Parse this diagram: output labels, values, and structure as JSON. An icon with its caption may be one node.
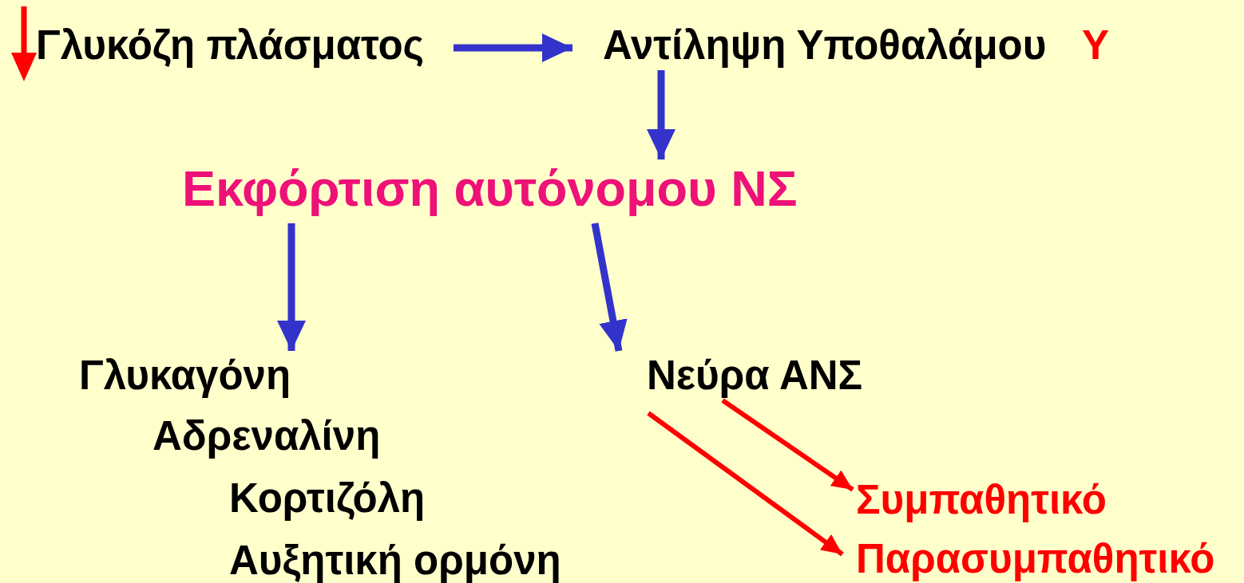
{
  "diagram": {
    "nodes": [
      {
        "text": [
          "Γλυκόζη πλάσματος"
        ]
      },
      {
        "text": [
          "Αντίληψη Υποθαλάμου",
          "Υ"
        ]
      },
      {
        "text": [
          "Εκφόρτιση αυτόνομου ΝΣ"
        ]
      },
      {
        "text": [
          "Γλυκαγόνη",
          "Αδρεναλίνη",
          "Κορτιζόλη",
          "Αυξητική ορμόνη"
        ]
      },
      {
        "text": [
          "Νεύρα ΑΝΣ"
        ]
      },
      {
        "text": [
          "Συμπαθητικό"
        ]
      },
      {
        "text": [
          "Παρασυμπαθητικό"
        ]
      }
    ],
    "edges": [
      {
        "from": 0,
        "to": 1,
        "arrow": "to"
      },
      {
        "from": 1,
        "to": 2,
        "arrow": "to"
      },
      {
        "from": 2,
        "to": 3,
        "arrow": "to"
      },
      {
        "from": 2,
        "to": 4,
        "arrow": "to"
      },
      {
        "from": 4,
        "to": 5,
        "arrow": "to",
        "color": "#ff0000"
      },
      {
        "from": 4,
        "to": 6,
        "arrow": "to",
        "color": "#ff0000"
      }
    ]
  }
}
